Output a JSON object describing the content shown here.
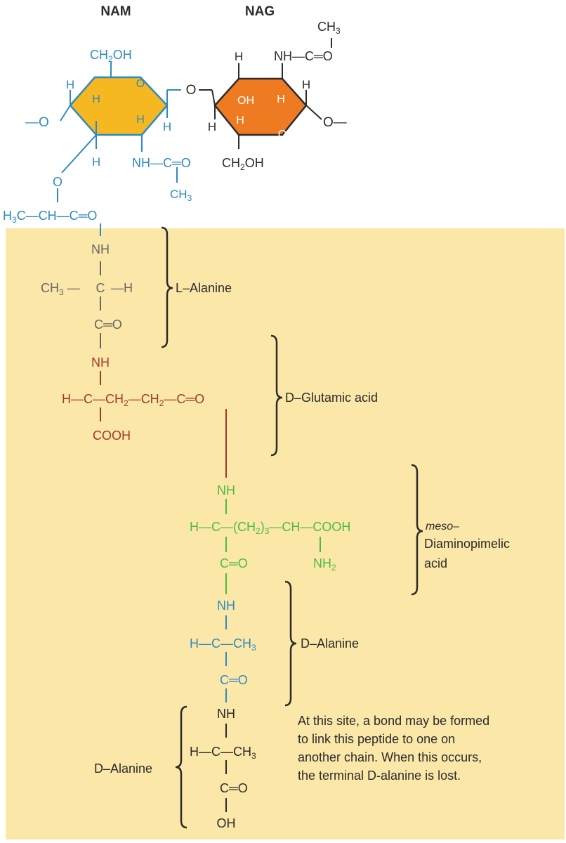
{
  "colors": {
    "blue": "#2e8ac2",
    "brown": "#a0392c",
    "green": "#4cbb47",
    "dark": "#2b2b2b",
    "gray": "#666666",
    "panel": "#fbe7a8",
    "nam_ring": "#f5b820",
    "nag_ring": "#ee7b22"
  },
  "headers": {
    "nam": "NAM",
    "nag": "NAG"
  },
  "sugar": {
    "ch3": "CH3",
    "nh_co_top": "NH—C═O",
    "h": "H",
    "o": "O",
    "ring_o": "O",
    "ch2oh": "CH2OH",
    "oh": "OH",
    "nh_co": "NH—C═O",
    "link_o": "—O—",
    "left_end": "—O",
    "right_end": "O—"
  },
  "lactyl": {
    "o": "O",
    "chain": "H3C—CH—C═O"
  },
  "residues": {
    "l_ala_name": "L–Alanine",
    "d_glu_name": "D–Glutamic acid",
    "dap_name_1": "meso–",
    "dap_name_2": "Diaminopimelic",
    "dap_name_3": "acid",
    "d_ala_name": "D–Alanine",
    "d_ala_terminal_name": "D–Alanine"
  },
  "atoms": {
    "nh": "NH",
    "h": "H",
    "c": "C",
    "ch3": "CH3",
    "co": "C═O",
    "cooh": "COOH",
    "ch2": "CH2",
    "ch2_3": "(CH2)3",
    "ch": "CH",
    "nh2": "NH2",
    "oh": "OH"
  },
  "note": [
    "At this site, a bond may be formed",
    "to link this peptide to one on",
    "another chain. When this occurs,",
    "the terminal D-alanine is lost."
  ]
}
